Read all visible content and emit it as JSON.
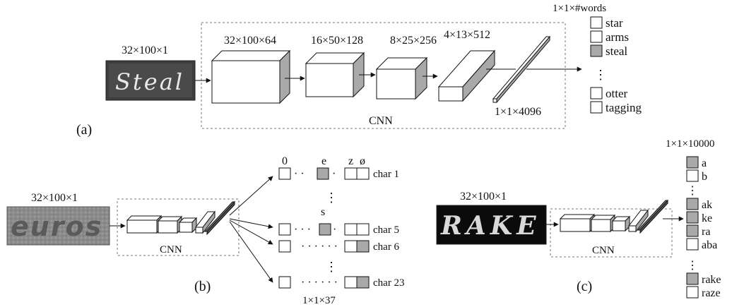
{
  "panel_a": {
    "panel_label": "(a)",
    "input_dims": "32×100×1",
    "input_word": "Steal",
    "layers": [
      "32×100×64",
      "16×50×128",
      "8×25×256",
      "4×13×512",
      "1×1×4096"
    ],
    "cnn_label": "CNN",
    "output_dims": "1×1×#words",
    "words_top": [
      {
        "text": "star",
        "active": false
      },
      {
        "text": "arms",
        "active": false
      },
      {
        "text": "steal",
        "active": true
      }
    ],
    "words_bottom": [
      {
        "text": "otter",
        "active": false
      },
      {
        "text": "tagging",
        "active": false
      }
    ]
  },
  "panel_b": {
    "panel_label": "(b)",
    "input_dims": "32×100×1",
    "input_word": "euros",
    "cnn_label": "CNN",
    "col_labels": {
      "first": "0",
      "mid": "e",
      "z": "z",
      "null": "ø"
    },
    "rows": [
      {
        "label": "char 1",
        "dots": "·",
        "shaded": "mid-e"
      },
      {
        "label": "char 5",
        "dots": "·",
        "mid_char": "s",
        "shaded": "mid-s"
      },
      {
        "label": "char 6",
        "dots": "······",
        "shaded": "null"
      },
      {
        "label": "char 23",
        "dots": "······",
        "shaded": "null"
      }
    ],
    "output_dims": "1×1×37"
  },
  "panel_c": {
    "panel_label": "(c)",
    "input_dims": "32×100×1",
    "input_word": "RAKE",
    "cnn_label": "CNN",
    "output_dims": "1×1×10000",
    "ngrams_top": [
      {
        "text": "a",
        "active": true
      },
      {
        "text": "b",
        "active": false
      }
    ],
    "ngrams_mid": [
      {
        "text": "ak",
        "active": true
      },
      {
        "text": "ke",
        "active": true
      },
      {
        "text": "ra",
        "active": true
      },
      {
        "text": "aba",
        "active": false
      }
    ],
    "ngrams_bottom": [
      {
        "text": "rake",
        "active": true
      },
      {
        "text": "raze",
        "active": false
      }
    ]
  },
  "colors": {
    "shade": "#a9a9a9",
    "dark_shade": "#7d7d7d",
    "line": "#111111",
    "dash": "#777777"
  }
}
